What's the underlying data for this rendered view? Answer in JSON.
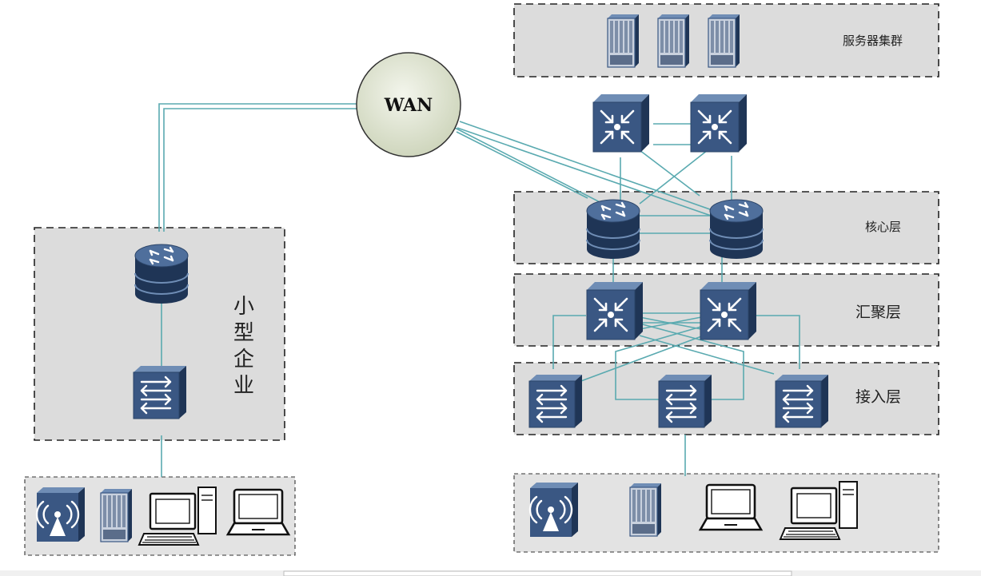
{
  "wan": {
    "label": "WAN"
  },
  "zones": {
    "server_cluster": "服务器集群",
    "core_layer": "核心层",
    "aggregation_layer": "汇聚层",
    "access_layer": "接入层",
    "small_enterprise": [
      "小",
      "型",
      "企",
      "业"
    ]
  },
  "colors": {
    "device_face": "#3a5783",
    "device_top": "#6f8db5",
    "device_side": "#1f3556",
    "link": "#5aaab0",
    "wan_fill": "#e4e8d8",
    "zone_fill": "#dcdcdc"
  }
}
